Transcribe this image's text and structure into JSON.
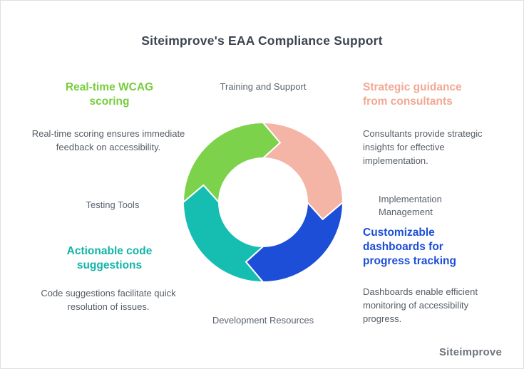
{
  "title": "Siteimprove's EAA Compliance Support",
  "brand": "Siteimprove",
  "cycle": {
    "colors": {
      "green": "#7dd24b",
      "salmon": "#f4b4a6",
      "blue": "#1d4ed8",
      "teal": "#16beb2"
    },
    "labels": {
      "top": "Training and Support",
      "right": "Implementation Management",
      "bottom": "Development Resources",
      "left": "Testing Tools"
    }
  },
  "quadrants": {
    "top_left": {
      "heading": "Real-time WCAG scoring",
      "body": "Real-time scoring ensures immediate feedback on accessibility.",
      "accent": "#76ce3c"
    },
    "top_right": {
      "heading": "Strategic guidance from consultants",
      "body": "Consultants provide strategic insights for effective implementation.",
      "accent": "#f2a893"
    },
    "bottom_left": {
      "heading": "Actionable code suggestions",
      "body": "Code suggestions facilitate quick resolution of issues.",
      "accent": "#12b5a9"
    },
    "bottom_right": {
      "heading": "Customizable dashboards for progress tracking",
      "body": "Dashboards enable efficient monitoring of accessibility progress.",
      "accent": "#1d4ed8"
    }
  }
}
